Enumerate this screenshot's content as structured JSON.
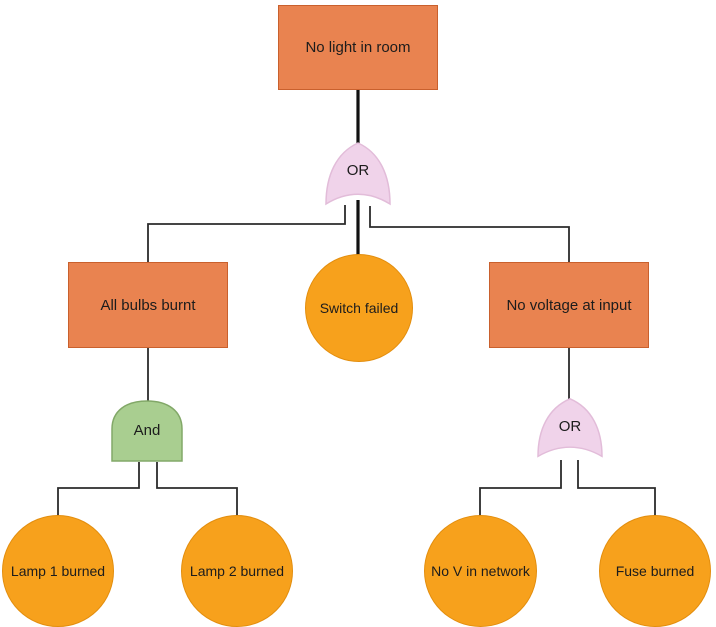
{
  "diagram_type": "fault-tree",
  "nodes": {
    "top_event": {
      "label": "No light in room",
      "shape": "rectangle"
    },
    "or_gate_main": {
      "label": "OR",
      "shape": "or-gate"
    },
    "all_bulbs_burnt": {
      "label": "All bulbs burnt",
      "shape": "rectangle"
    },
    "switch_failed": {
      "label": "Switch failed",
      "shape": "circle"
    },
    "no_voltage_at_input": {
      "label": "No voltage at input",
      "shape": "rectangle"
    },
    "and_gate": {
      "label": "And",
      "shape": "and-gate"
    },
    "or_gate_right": {
      "label": "OR",
      "shape": "or-gate"
    },
    "lamp_1_burned": {
      "label": "Lamp 1 burned",
      "shape": "circle"
    },
    "lamp_2_burned": {
      "label": "Lamp 2 burned",
      "shape": "circle"
    },
    "no_v_in_network": {
      "label": "No V in network",
      "shape": "circle"
    },
    "fuse_burned": {
      "label": "Fuse burned",
      "shape": "circle"
    }
  },
  "colors": {
    "bg": "#ffffff",
    "rect_fill": "#e98350",
    "rect_border": "#c9602d",
    "circle_fill": "#f7a11c",
    "circle_border": "#e38e0e",
    "and_fill": "#a9ce90",
    "and_border": "#82a868",
    "or_fill": "#f0d3ea",
    "or_border": "#e2bcd9",
    "line_color": "#2b2b2b",
    "line_thick_color": "#111111",
    "text_color": "#1c1c1c"
  }
}
